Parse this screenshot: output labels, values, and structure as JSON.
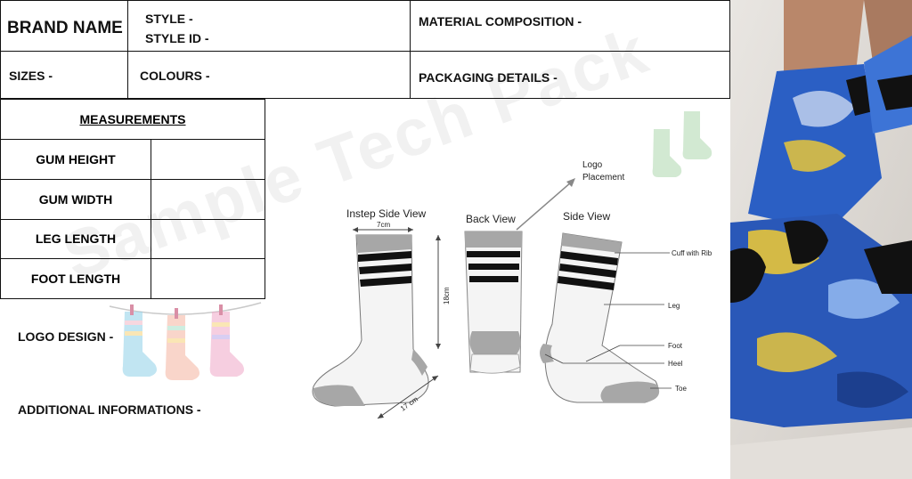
{
  "header": {
    "brand_name": "BRAND NAME",
    "style": "STYLE -",
    "style_id": "STYLE ID -",
    "material_composition": "MATERIAL COMPOSITION -",
    "sizes": "SIZES -",
    "colours": "COLOURS -",
    "packaging_details": "PACKAGING DETAILS -"
  },
  "measurements": {
    "title": "MEASUREMENTS",
    "rows": [
      {
        "label": "GUM HEIGHT",
        "value": ""
      },
      {
        "label": "GUM WIDTH",
        "value": ""
      },
      {
        "label": "LEG LENGTH",
        "value": ""
      },
      {
        "label": "FOOT LENGTH",
        "value": ""
      }
    ]
  },
  "logo_design": "LOGO DESIGN -",
  "additional_informations": "ADDITIONAL INFORMATIONS -",
  "watermark": "Sample Tech Pack",
  "drawing": {
    "instep_side_view": "Instep Side View",
    "back_view": "Back View",
    "side_view": "Side View",
    "logo_placement_1": "Logo",
    "logo_placement_2": "Placement",
    "dim_width": "7cm",
    "dim_height": "18cm",
    "dim_foot": "17 cm",
    "cuff_with_rib": "Cuff with Rib",
    "leg": "Leg",
    "foot": "Foot",
    "heel": "Heel",
    "toe": "Toe"
  },
  "colors": {
    "border": "#111111",
    "sock_grey": "#a7a7a7",
    "stripe": "#111111",
    "photo_blue": "#2b5fc4",
    "photo_yellow": "#e7c53a"
  }
}
